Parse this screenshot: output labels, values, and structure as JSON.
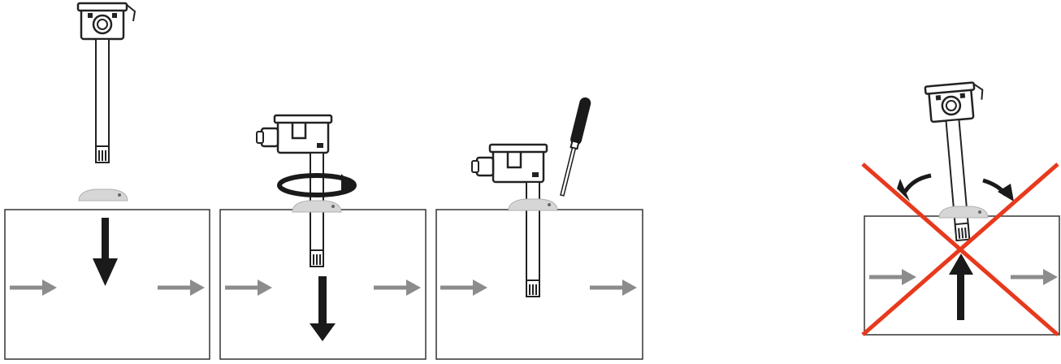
{
  "figure": {
    "steps": [
      {
        "id": "insert",
        "icons": [
          "sensor-icon",
          "mounting-flange-icon",
          "insert-arrow-icon",
          "airflow-arrow-icon"
        ]
      },
      {
        "id": "rotate",
        "icons": [
          "sensor-icon",
          "rotation-arrow-icon",
          "push-down-arrow-icon",
          "airflow-arrow-icon"
        ]
      },
      {
        "id": "fasten",
        "icons": [
          "sensor-icon",
          "screwdriver-icon",
          "airflow-arrow-icon"
        ]
      },
      {
        "id": "wrong-orientation",
        "icons": [
          "tilted-sensor-icon",
          "cross-out-icon",
          "tilt-arrow-icon",
          "up-arrow-icon",
          "airflow-arrow-icon"
        ]
      }
    ],
    "colors": {
      "outline": "#222222",
      "arrow_black": "#1a1a1a",
      "flow_arrow": "#8c8c8c",
      "flange": "#d6d6d6",
      "cross": "#e8391d"
    }
  }
}
